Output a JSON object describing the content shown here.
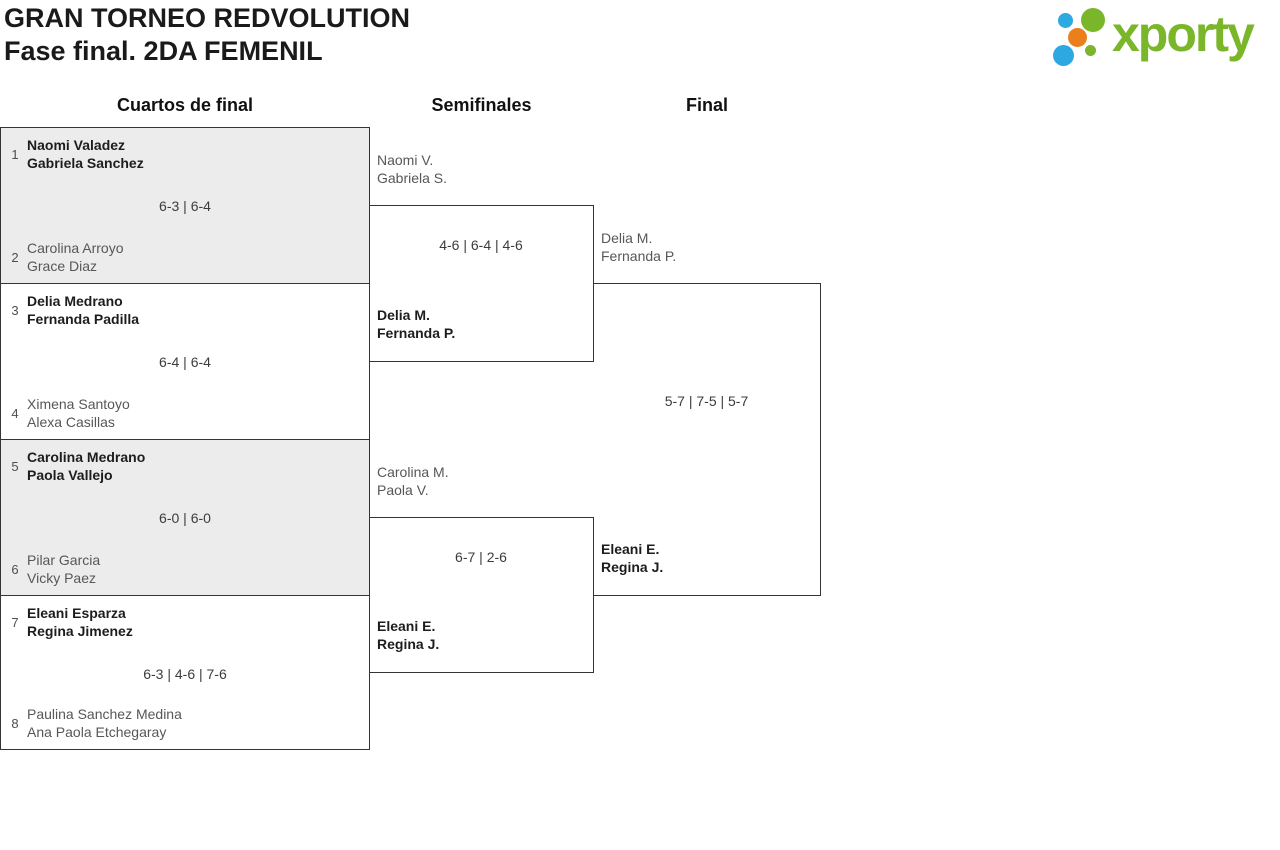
{
  "header": {
    "title_line1": "GRAN TORNEO REDVOLUTION",
    "title_line2": "Fase final. 2DA FEMENIL",
    "logo_text": "xporty"
  },
  "colors": {
    "panel_gray": "#ececec",
    "line": "#343434",
    "logo_green": "#7ab629",
    "logo_blue": "#2ba9e0",
    "logo_orange": "#ea7f1b"
  },
  "columns": [
    {
      "label": "Cuartos de final"
    },
    {
      "label": "Semifinales"
    },
    {
      "label": "Final"
    }
  ],
  "rounds": {
    "quarterfinals": [
      {
        "seed_top": "1",
        "top": {
          "line1": "Naomi Valadez",
          "line2": "Gabriela Sanchez"
        },
        "score": "6-3 | 6-4",
        "seed_bottom": "2",
        "bottom": {
          "line1": "Carolina Arroyo",
          "line2": "Grace Diaz"
        },
        "winner": "top"
      },
      {
        "seed_top": "3",
        "top": {
          "line1": "Delia Medrano",
          "line2": "Fernanda Padilla"
        },
        "score": "6-4 | 6-4",
        "seed_bottom": "4",
        "bottom": {
          "line1": "Ximena Santoyo",
          "line2": "Alexa Casillas"
        },
        "winner": "top"
      },
      {
        "seed_top": "5",
        "top": {
          "line1": "Carolina Medrano",
          "line2": "Paola Vallejo"
        },
        "score": "6-0 | 6-0",
        "seed_bottom": "6",
        "bottom": {
          "line1": "Pilar Garcia",
          "line2": "Vicky Paez"
        },
        "winner": "top"
      },
      {
        "seed_top": "7",
        "top": {
          "line1": "Eleani Esparza",
          "line2": "Regina Jimenez"
        },
        "score": "6-3 | 4-6 | 7-6",
        "seed_bottom": "8",
        "bottom": {
          "line1": "Paulina Sanchez Medina",
          "line2": "Ana Paola Etchegaray"
        },
        "winner": "top"
      }
    ],
    "semifinals": [
      {
        "top": {
          "line1": "Naomi V.",
          "line2": "Gabriela S."
        },
        "score": "4-6 | 6-4 | 4-6",
        "bottom": {
          "line1": "Delia M.",
          "line2": "Fernanda P."
        },
        "winner": "bottom"
      },
      {
        "top": {
          "line1": "Carolina M.",
          "line2": "Paola V."
        },
        "score": "6-7 | 2-6",
        "bottom": {
          "line1": "Eleani E.",
          "line2": "Regina J."
        },
        "winner": "bottom"
      }
    ],
    "final": {
      "top": {
        "line1": "Delia M.",
        "line2": "Fernanda P."
      },
      "score": "5-7 | 7-5 | 5-7",
      "bottom": {
        "line1": "Eleani E.",
        "line2": "Regina J."
      },
      "winner": "bottom"
    }
  }
}
